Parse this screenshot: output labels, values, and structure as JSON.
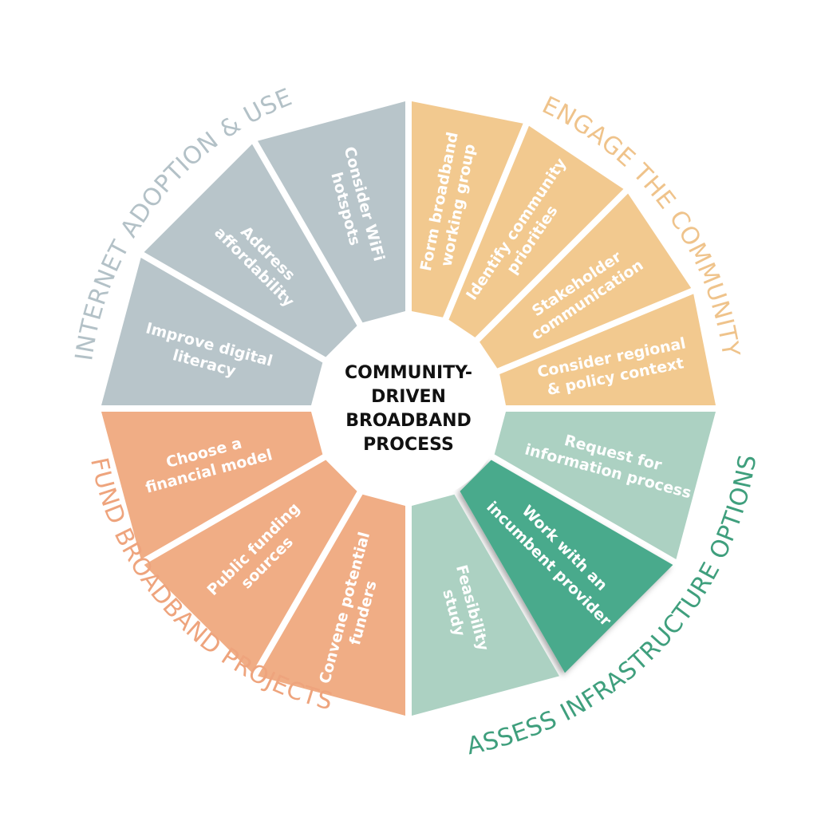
{
  "center": {
    "lines": [
      "COMMUNITY-",
      "DRIVEN",
      "BROADBAND",
      "PROCESS"
    ]
  },
  "quadrants": [
    {
      "id": "engage",
      "label": "ENGAGE THE COMMUNITY",
      "color": "#f2c98f",
      "label_color": "#efc38b",
      "segments": [
        {
          "lines": [
            "Form broadband",
            "working group"
          ]
        },
        {
          "lines": [
            "Identify community",
            "priorities"
          ]
        },
        {
          "lines": [
            "Stakeholder",
            "communication"
          ]
        },
        {
          "lines": [
            "Consider regional",
            "& policy context"
          ]
        }
      ]
    },
    {
      "id": "assess",
      "label": "ASSESS INFRASTRUCTURE OPTIONS",
      "color": "#acd1c2",
      "label_color": "#3f9f7d",
      "highlight_color": "#4aaa8c",
      "segments": [
        {
          "lines": [
            "Request for",
            "information process"
          ]
        },
        {
          "lines": [
            "Work with an",
            "incumbent provider"
          ],
          "highlighted": true
        },
        {
          "lines": [
            "Feasibility",
            "study"
          ]
        }
      ]
    },
    {
      "id": "fund",
      "label": "FUND BROADBAND PROJECTS",
      "color": "#f0ad85",
      "label_color": "#eea47d",
      "segments": [
        {
          "lines": [
            "Convene potential",
            "funders"
          ]
        },
        {
          "lines": [
            "Public funding",
            "sources"
          ]
        },
        {
          "lines": [
            "Choose a",
            "financial model"
          ]
        }
      ]
    },
    {
      "id": "adoption",
      "label": "INTERNET ADOPTION & USE",
      "color": "#b8c5ca",
      "label_color": "#b3c1c7",
      "segments": [
        {
          "lines": [
            "Improve digital",
            "literacy"
          ]
        },
        {
          "lines": [
            "Address",
            "affordability"
          ]
        },
        {
          "lines": [
            "Consider WiFi",
            "hotspots"
          ]
        }
      ]
    }
  ]
}
